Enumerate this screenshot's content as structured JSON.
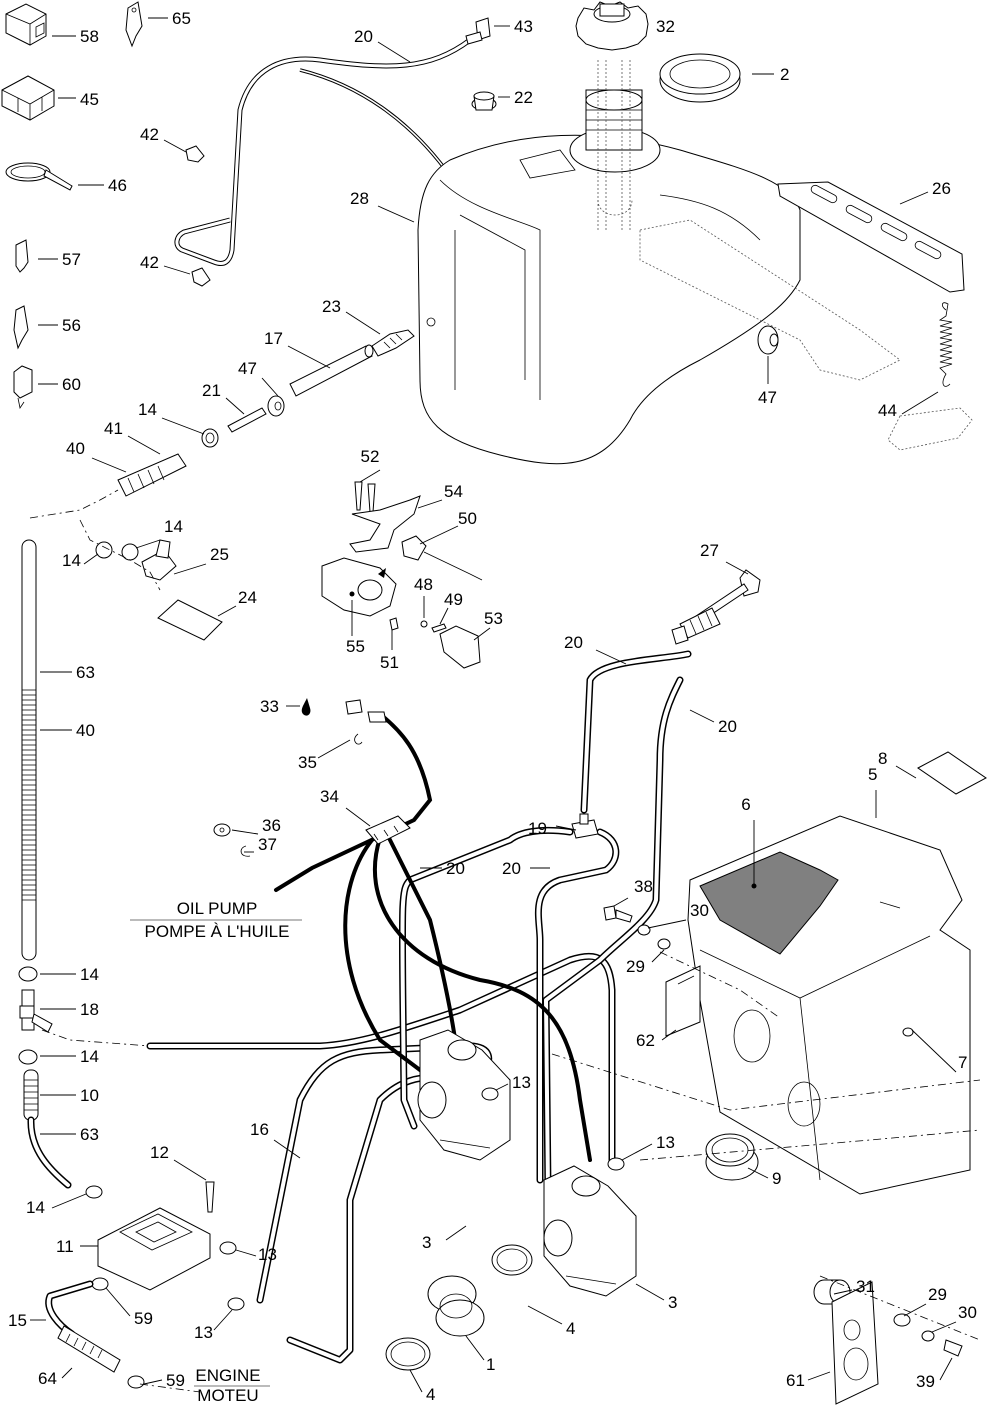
{
  "diagram": {
    "title": "Fuel system exploded view",
    "captions": {
      "oil_pump_en": "OIL PUMP",
      "oil_pump_fr": "POMPE À L'HUILE",
      "engine_en": "ENGINE",
      "engine_fr": "MOTEU"
    },
    "callouts": [
      {
        "id": "58",
        "text": "58"
      },
      {
        "id": "65",
        "text": "65"
      },
      {
        "id": "45",
        "text": "45"
      },
      {
        "id": "46",
        "text": "46"
      },
      {
        "id": "57",
        "text": "57"
      },
      {
        "id": "56",
        "text": "56"
      },
      {
        "id": "60",
        "text": "60"
      },
      {
        "id": "42a",
        "text": "42"
      },
      {
        "id": "42b",
        "text": "42"
      },
      {
        "id": "20a",
        "text": "20"
      },
      {
        "id": "43",
        "text": "43"
      },
      {
        "id": "22",
        "text": "22"
      },
      {
        "id": "32",
        "text": "32"
      },
      {
        "id": "2",
        "text": "2"
      },
      {
        "id": "28",
        "text": "28"
      },
      {
        "id": "26",
        "text": "26"
      },
      {
        "id": "23",
        "text": "23"
      },
      {
        "id": "17",
        "text": "17"
      },
      {
        "id": "47a",
        "text": "47"
      },
      {
        "id": "47b",
        "text": "47"
      },
      {
        "id": "44",
        "text": "44"
      },
      {
        "id": "21",
        "text": "21"
      },
      {
        "id": "14a",
        "text": "14"
      },
      {
        "id": "41",
        "text": "41"
      },
      {
        "id": "40a",
        "text": "40"
      },
      {
        "id": "52",
        "text": "52"
      },
      {
        "id": "54",
        "text": "54"
      },
      {
        "id": "50",
        "text": "50"
      },
      {
        "id": "14b",
        "text": "14"
      },
      {
        "id": "25",
        "text": "25"
      },
      {
        "id": "14c",
        "text": "14"
      },
      {
        "id": "24",
        "text": "24"
      },
      {
        "id": "48",
        "text": "48"
      },
      {
        "id": "49",
        "text": "49"
      },
      {
        "id": "53",
        "text": "53"
      },
      {
        "id": "55",
        "text": "55"
      },
      {
        "id": "51",
        "text": "51"
      },
      {
        "id": "27",
        "text": "27"
      },
      {
        "id": "20b",
        "text": "20"
      },
      {
        "id": "20c",
        "text": "20"
      },
      {
        "id": "63a",
        "text": "63"
      },
      {
        "id": "40b",
        "text": "40"
      },
      {
        "id": "33",
        "text": "33"
      },
      {
        "id": "35",
        "text": "35"
      },
      {
        "id": "8",
        "text": "8"
      },
      {
        "id": "5",
        "text": "5"
      },
      {
        "id": "6",
        "text": "6"
      },
      {
        "id": "34",
        "text": "34"
      },
      {
        "id": "36",
        "text": "36"
      },
      {
        "id": "37",
        "text": "37"
      },
      {
        "id": "19",
        "text": "19"
      },
      {
        "id": "20d",
        "text": "20"
      },
      {
        "id": "20e",
        "text": "20"
      },
      {
        "id": "38",
        "text": "38"
      },
      {
        "id": "30a",
        "text": "30"
      },
      {
        "id": "29a",
        "text": "29"
      },
      {
        "id": "14d",
        "text": "14"
      },
      {
        "id": "18",
        "text": "18"
      },
      {
        "id": "14e",
        "text": "14"
      },
      {
        "id": "62",
        "text": "62"
      },
      {
        "id": "10",
        "text": "10"
      },
      {
        "id": "7",
        "text": "7"
      },
      {
        "id": "13a",
        "text": "13"
      },
      {
        "id": "63b",
        "text": "63"
      },
      {
        "id": "16",
        "text": "16"
      },
      {
        "id": "12",
        "text": "12"
      },
      {
        "id": "13b",
        "text": "13"
      },
      {
        "id": "9",
        "text": "9"
      },
      {
        "id": "14f",
        "text": "14"
      },
      {
        "id": "3a",
        "text": "3"
      },
      {
        "id": "11",
        "text": "11"
      },
      {
        "id": "13c",
        "text": "13"
      },
      {
        "id": "31",
        "text": "31"
      },
      {
        "id": "4a",
        "text": "4"
      },
      {
        "id": "3b",
        "text": "3"
      },
      {
        "id": "15",
        "text": "15"
      },
      {
        "id": "59a",
        "text": "59"
      },
      {
        "id": "29b",
        "text": "29"
      },
      {
        "id": "13d",
        "text": "13"
      },
      {
        "id": "30b",
        "text": "30"
      },
      {
        "id": "1",
        "text": "1"
      },
      {
        "id": "61",
        "text": "61"
      },
      {
        "id": "64",
        "text": "64"
      },
      {
        "id": "59b",
        "text": "59"
      },
      {
        "id": "4b",
        "text": "4"
      },
      {
        "id": "39",
        "text": "39"
      }
    ]
  }
}
